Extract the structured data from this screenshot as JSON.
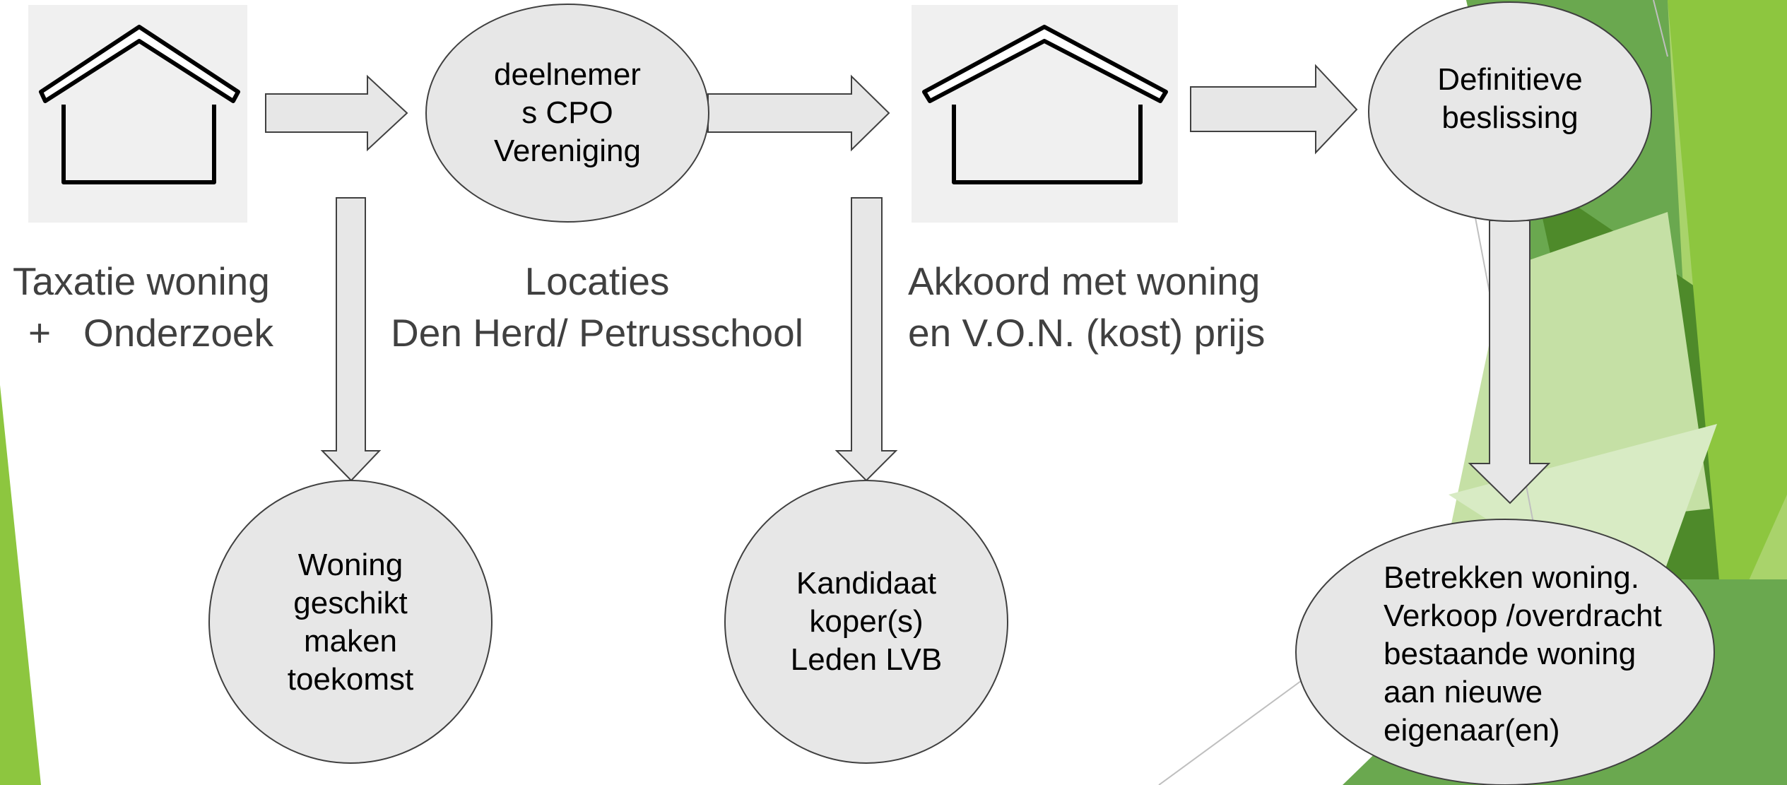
{
  "diagram": {
    "background_accent_colors": [
      "#8dc63f",
      "#6aa84f",
      "#4e8a2a",
      "#c5e0a5",
      "#a9d36b"
    ],
    "houses": [
      {
        "name": "house-icon-left",
        "icon": "house-icon"
      },
      {
        "name": "house-icon-middle",
        "icon": "house-icon"
      }
    ],
    "nodes": {
      "deelnemers": [
        "deelnemer",
        "s CPO",
        "Vereniging"
      ],
      "definitieve": [
        "Definitieve",
        "beslissing"
      ],
      "woning_geschikt": [
        "Woning",
        "geschikt",
        "maken",
        "toekomst"
      ],
      "kandidaat": [
        "Kandidaat",
        "koper(s)",
        "Leden LVB"
      ],
      "betrekken": [
        "Betrekken woning.",
        "Verkoop /overdracht",
        "bestaande woning",
        "aan nieuwe",
        "eigenaar(en)"
      ]
    },
    "captions": {
      "taxatie": [
        "Taxatie woning",
        "+   Onderzoek"
      ],
      "locaties": [
        "Locaties",
        "Den Herd/ Petrusschool"
      ],
      "akkoord": [
        "Akkoord met woning",
        "en V.O.N. (kost) prijs"
      ]
    },
    "arrows": [
      {
        "name": "arrow-house-to-deelnemers",
        "direction": "right"
      },
      {
        "name": "arrow-deelnemers-to-house",
        "direction": "right"
      },
      {
        "name": "arrow-house-to-definitieve",
        "direction": "right"
      },
      {
        "name": "arrow-down-to-woning-geschikt",
        "direction": "down"
      },
      {
        "name": "arrow-down-to-kandidaat",
        "direction": "down"
      },
      {
        "name": "arrow-down-to-betrekken",
        "direction": "down"
      }
    ]
  }
}
